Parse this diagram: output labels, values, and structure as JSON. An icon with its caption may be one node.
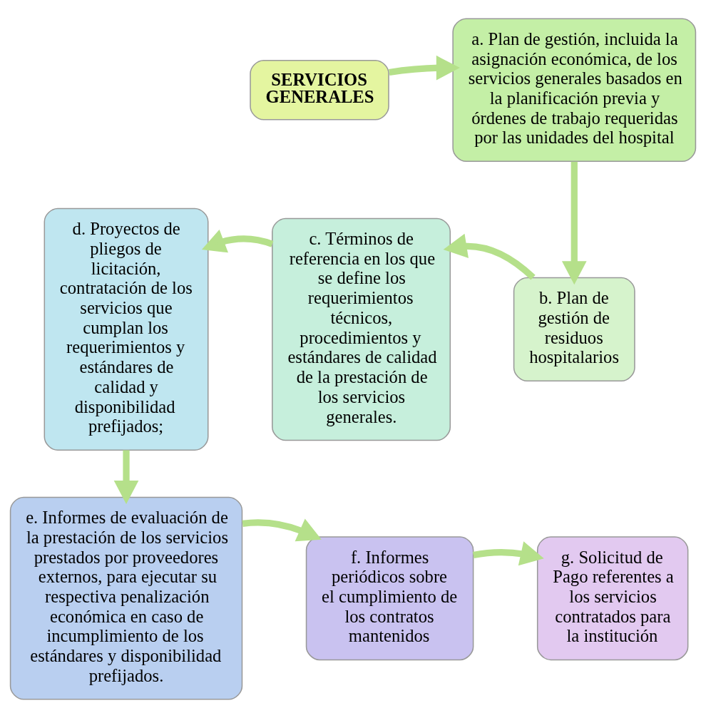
{
  "diagram": {
    "nodes": [
      {
        "text": [
          "SERVICIOS GENERALES"
        ]
      },
      {
        "text": [
          "a. Plan de gestión, incluida la asignación económica, de los servicios generales basados en la planificación previa y órdenes de trabajo requeridas por las unidades del hospital"
        ]
      },
      {
        "text": [
          "b. Plan de gestión de residuos hospitalarios"
        ]
      },
      {
        "text": [
          "c. Términos de referencia en los que se define los requerimientos técnicos, procedimientos y estándares de calidad de la prestación de los servicios generales."
        ]
      },
      {
        "text": [
          "d. Proyectos de pliegos de licitación, contratación de los servicios que cumplan los requerimientos y estándares de calidad y disponibilidad prefijados;"
        ]
      },
      {
        "text": [
          "e. Informes de evaluación de la prestación de los servicios prestados por proveedores externos, para ejecutar su respectiva penalización económica en caso de incumplimiento de los estándares y disponibilidad prefijados."
        ]
      },
      {
        "text": [
          "f. Informes periódicos sobre el cumplimiento de los contratos mantenidos"
        ]
      },
      {
        "text": [
          "g. Solicitud de Pago referentes a los servicios contratados para la institución"
        ]
      }
    ],
    "edges": [
      {
        "from": 0,
        "to": 1,
        "arrow": "to"
      },
      {
        "from": 1,
        "to": 2,
        "arrow": "to"
      },
      {
        "from": 2,
        "to": 3,
        "arrow": "to"
      },
      {
        "from": 3,
        "to": 4,
        "arrow": "to"
      },
      {
        "from": 4,
        "to": 5,
        "arrow": "to"
      },
      {
        "from": 5,
        "to": 6,
        "arrow": "to"
      },
      {
        "from": 6,
        "to": 7,
        "arrow": "to"
      }
    ]
  }
}
